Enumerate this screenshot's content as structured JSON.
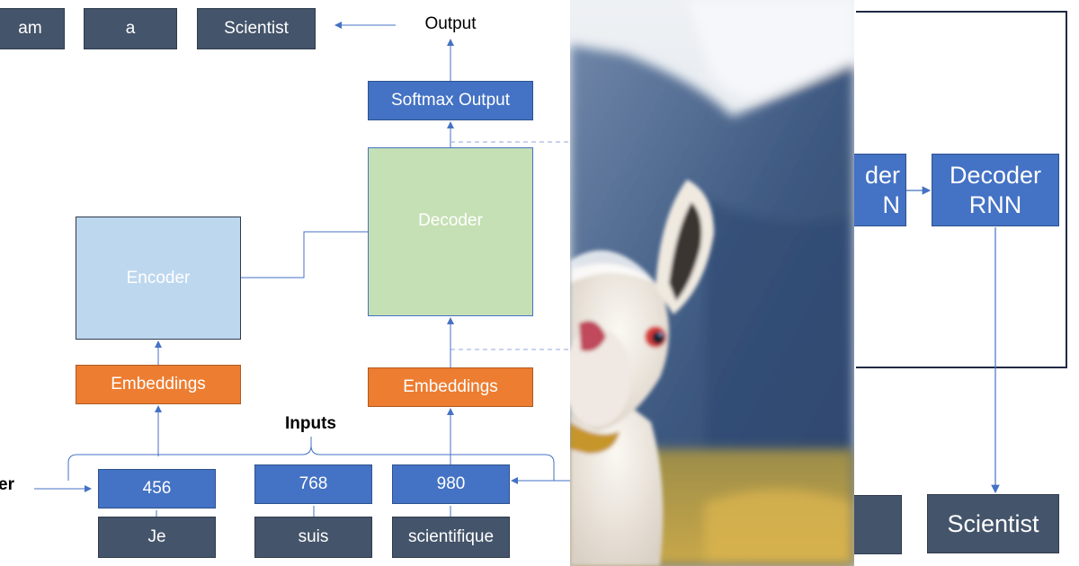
{
  "left_panel": {
    "output_tokens": [
      "am",
      "a",
      "Scientist"
    ],
    "output_label": "Output",
    "softmax_label": "Softmax Output",
    "encoder_label": "Encoder",
    "decoder_label": "Decoder",
    "embeddings_label": "Embeddings",
    "inputs_label": "Inputs",
    "input_ids": [
      "456",
      "768",
      "980"
    ],
    "input_words": [
      "Je",
      "suis",
      "scientifique"
    ],
    "cut_off_label": "er"
  },
  "right_panel": {
    "cut_encoder_lines": [
      "der",
      "N"
    ],
    "decoder_rnn_lines": [
      "Decoder",
      "RNN"
    ],
    "scientist_label": "Scientist"
  },
  "photo": {
    "subject": "llama",
    "colors": {
      "sky": "#dfe6ee",
      "mountain": "#4a6488",
      "grass": "#b8a24a",
      "fur": "#f2ede6"
    }
  },
  "colors": {
    "dark_box": "#44546a",
    "blue_box": "#4472c4",
    "orange_box": "#ed7d31",
    "encoder_fill": "#bdd7ee",
    "decoder_fill": "#c5e0b4",
    "connector": "#4472c4"
  }
}
